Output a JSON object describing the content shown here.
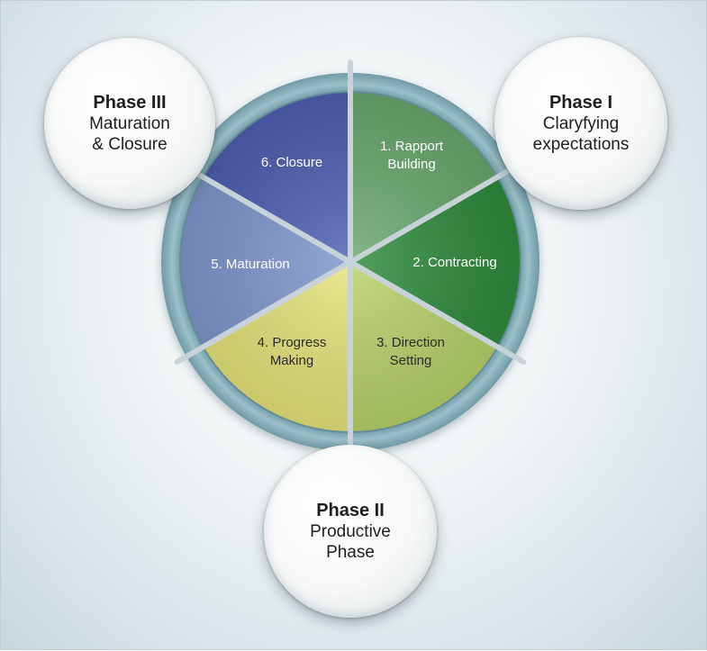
{
  "segments": [
    {
      "label_lines": [
        "1. Rapport",
        "Building"
      ],
      "color": "#6aa86f"
    },
    {
      "label_lines": [
        "2. Contracting"
      ],
      "color": "#2e8b3c"
    },
    {
      "label_lines": [
        "3. Direction",
        "Setting"
      ],
      "color": "#b9d26a"
    },
    {
      "label_lines": [
        "4. Progress",
        "Making"
      ],
      "color": "#e6e47a"
    },
    {
      "label_lines": [
        "5. Maturation"
      ],
      "color": "#7f97cd"
    },
    {
      "label_lines": [
        "6. Closure"
      ],
      "color": "#4f5fb3"
    }
  ],
  "phases": {
    "phase3": {
      "title": "Phase III",
      "line1": "Maturation",
      "line2": "& Closure"
    },
    "phase1": {
      "title": "Phase I",
      "line1": "Claryfying",
      "line2": "expectations"
    },
    "phase2": {
      "title": "Phase II",
      "line1": "Productive",
      "line2": "Phase"
    }
  },
  "colors": {
    "ring": "#7fa9b4",
    "divider": "#c7d3d8"
  }
}
